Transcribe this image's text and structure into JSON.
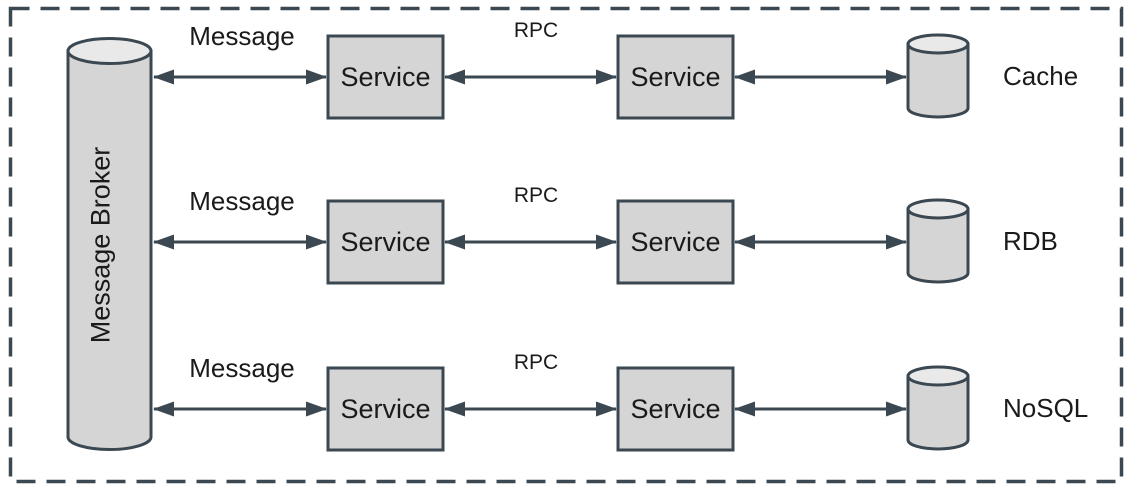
{
  "diagram": {
    "broker": {
      "label": "Message Broker"
    },
    "rows": [
      {
        "link1_label": "Message",
        "service1_label": "Service",
        "link2_label": "RPC",
        "service2_label": "Service",
        "datastore_label": "Cache"
      },
      {
        "link1_label": "Message",
        "service1_label": "Service",
        "link2_label": "RPC",
        "service2_label": "Service",
        "datastore_label": "RDB"
      },
      {
        "link1_label": "Message",
        "service1_label": "Service",
        "link2_label": "RPC",
        "service2_label": "Service",
        "datastore_label": "NoSQL"
      }
    ],
    "colors": {
      "stroke": "#3b4852",
      "node_fill": "#d5d5d5",
      "cylinder_top_fill": "#e9e9e9",
      "text": "#1a1a1a",
      "background": "#ffffff"
    }
  }
}
